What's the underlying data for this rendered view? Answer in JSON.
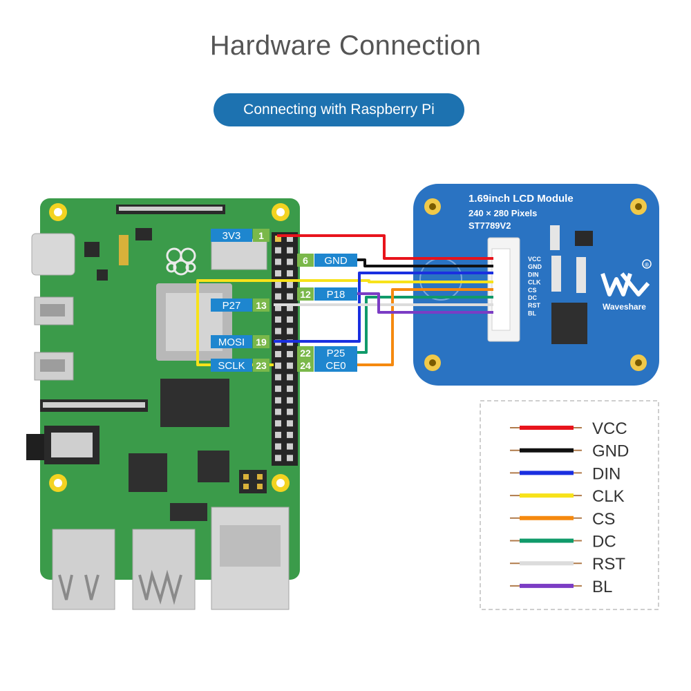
{
  "header": {
    "title": "Hardware Connection",
    "subtitle_button": "Connecting with Raspberry Pi"
  },
  "pi_labels": [
    {
      "name": "3V3",
      "pin": "1"
    },
    {
      "name": "P27",
      "pin": "13"
    },
    {
      "name": "MOSI",
      "pin": "19"
    },
    {
      "name": "SCLK",
      "pin": "23"
    }
  ],
  "pi_labels_right": [
    {
      "name": "GND",
      "pin": "6"
    },
    {
      "name": "P18",
      "pin": "12"
    },
    {
      "name": "P25",
      "pin": "22"
    },
    {
      "name": "CE0",
      "pin": "24"
    }
  ],
  "module": {
    "title": "1.69inch LCD Module",
    "resolution": "240 × 280 Pixels",
    "driver": "ST7789V2",
    "brand": "Waveshare",
    "logo_registered": "®",
    "pins": [
      "VCC",
      "GND",
      "DIN",
      "CLK",
      "CS",
      "DC",
      "RST",
      "BL"
    ]
  },
  "legend": [
    {
      "name": "VCC",
      "color": "#e8141c"
    },
    {
      "name": "GND",
      "color": "#111111"
    },
    {
      "name": "DIN",
      "color": "#1a2fe0"
    },
    {
      "name": "CLK",
      "color": "#f7e21a"
    },
    {
      "name": "CS",
      "color": "#f5890f"
    },
    {
      "name": "DC",
      "color": "#109a6a"
    },
    {
      "name": "RST",
      "color": "#dcdcdc"
    },
    {
      "name": "BL",
      "color": "#7b3cc4"
    }
  ],
  "colors": {
    "board": "#3b9b4a",
    "module": "#2a73c2",
    "label_blue": "#1e86cf",
    "label_green": "#7ab84a"
  }
}
